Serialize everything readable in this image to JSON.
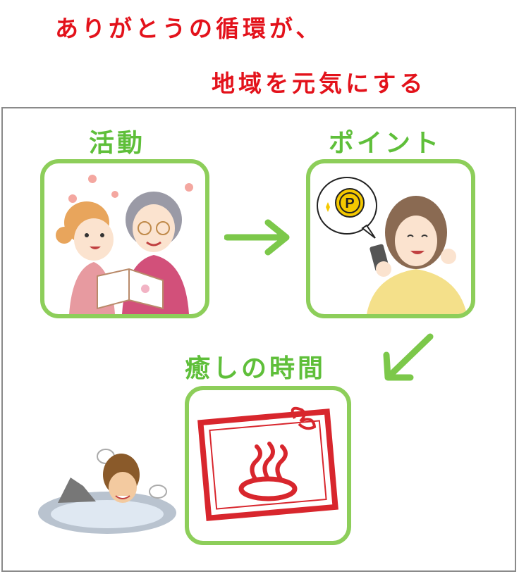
{
  "title": {
    "line1": "ありがとうの循環が、",
    "line2": "地域を元気にする"
  },
  "steps": [
    {
      "label": "活動",
      "icon": "reading-together-icon"
    },
    {
      "label": "ポイント",
      "icon": "point-smartphone-icon"
    },
    {
      "label": "癒しの時間",
      "icon": "hot-spring-ticket-icon"
    }
  ],
  "point_badge": "P",
  "colors": {
    "title": "#e3121b",
    "label": "#5fbf3a",
    "box_border": "#8dce5a",
    "arrow": "#7cc84a"
  }
}
